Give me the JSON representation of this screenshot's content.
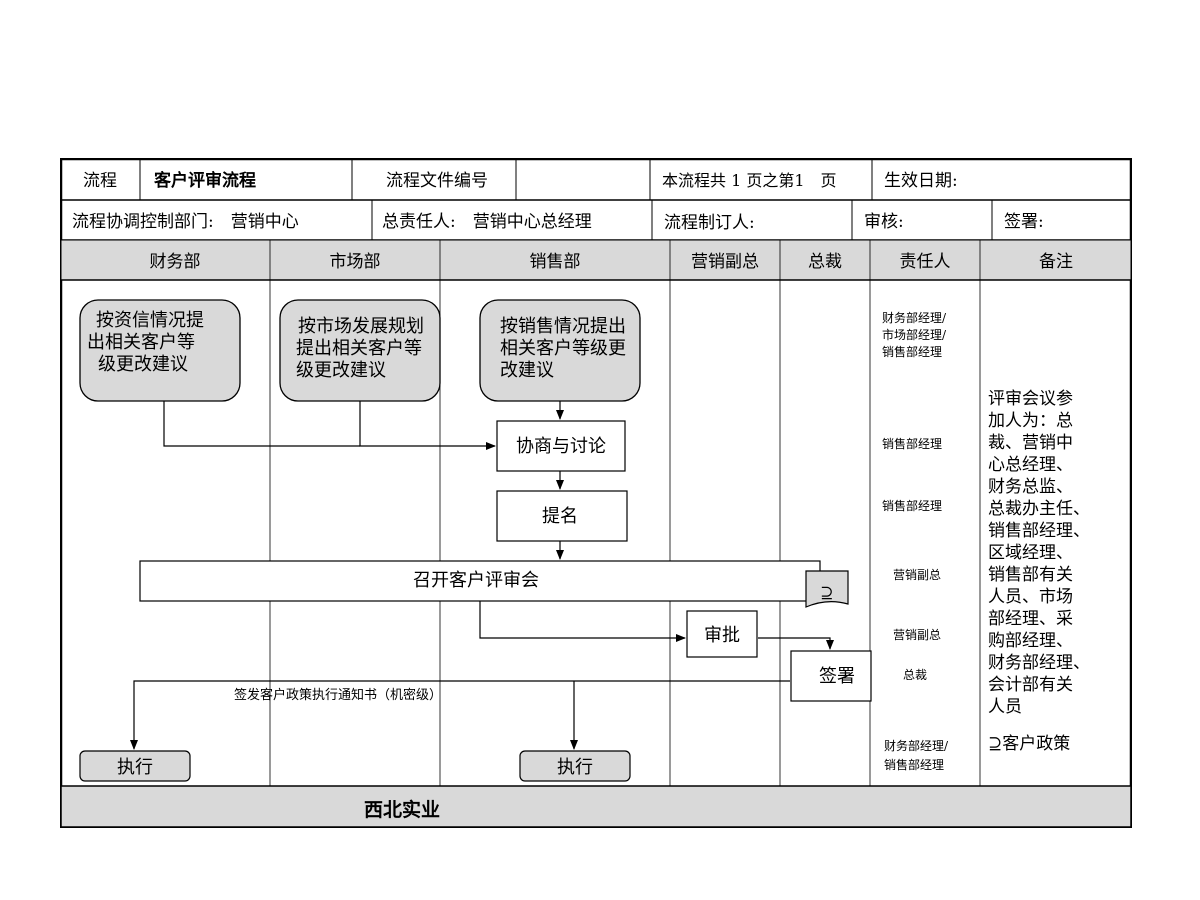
{
  "header": {
    "row1": {
      "process_label": "流程",
      "process_name": "客户评审流程",
      "file_no_label": "流程文件编号",
      "file_no_value": "",
      "page_info": "本流程共 1 页之第1　页",
      "effective_date_label": "生效日期:"
    },
    "row2": {
      "coord_dept": "流程协调控制部门:　营销中心",
      "responsible": "总责任人:　营销中心总经理",
      "author": "流程制订人:",
      "reviewer": "审核:",
      "signature": "签署:"
    },
    "columns": [
      "财务部",
      "市场部",
      "销售部",
      "营销副总",
      "总裁",
      "责任人",
      "备注"
    ]
  },
  "flow": {
    "rounded_finance": [
      "按资信情况提",
      "出相关客户等",
      "级更改建议"
    ],
    "rounded_market": [
      "按市场发展规划",
      "提出相关客户等",
      "级更改建议"
    ],
    "rounded_sales": [
      "按销售情况提出",
      "相关客户等级更",
      "改建议"
    ],
    "negotiate": "协商与讨论",
    "nominate": "提名",
    "meeting": "召开客户评审会",
    "doc_symbol": "⊇",
    "approve": "审批",
    "sign": "签署",
    "notice": "签发客户政策执行通知书（机密级）",
    "execute_finance": "执行",
    "execute_sales": "执行"
  },
  "responsible_col": {
    "r1": [
      "财务部经理/",
      "市场部经理/",
      "销售部经理"
    ],
    "r2": "销售部经理",
    "r3": "销售部经理",
    "r4": "营销副总",
    "r5": "营销副总",
    "r6": "总裁",
    "r7": [
      "财务部经理/",
      "销售部经理"
    ]
  },
  "remarks": {
    "lines": [
      "评审会议参",
      "加人为：总",
      "裁、营销中",
      "心总经理、",
      "财务总监、",
      "总裁办主任、",
      "销售部经理、",
      "区域经理、",
      "销售部有关",
      "人员、市场",
      "部经理、采",
      "购部经理、",
      "财务部经理、",
      "会计部有关",
      "人员"
    ],
    "policy": "⊇客户政策"
  },
  "footer": {
    "company": "西北实业"
  },
  "colors": {
    "header_fill": "#d9d9d9",
    "shape_fill": "#d9d9d9",
    "line": "#000000"
  }
}
